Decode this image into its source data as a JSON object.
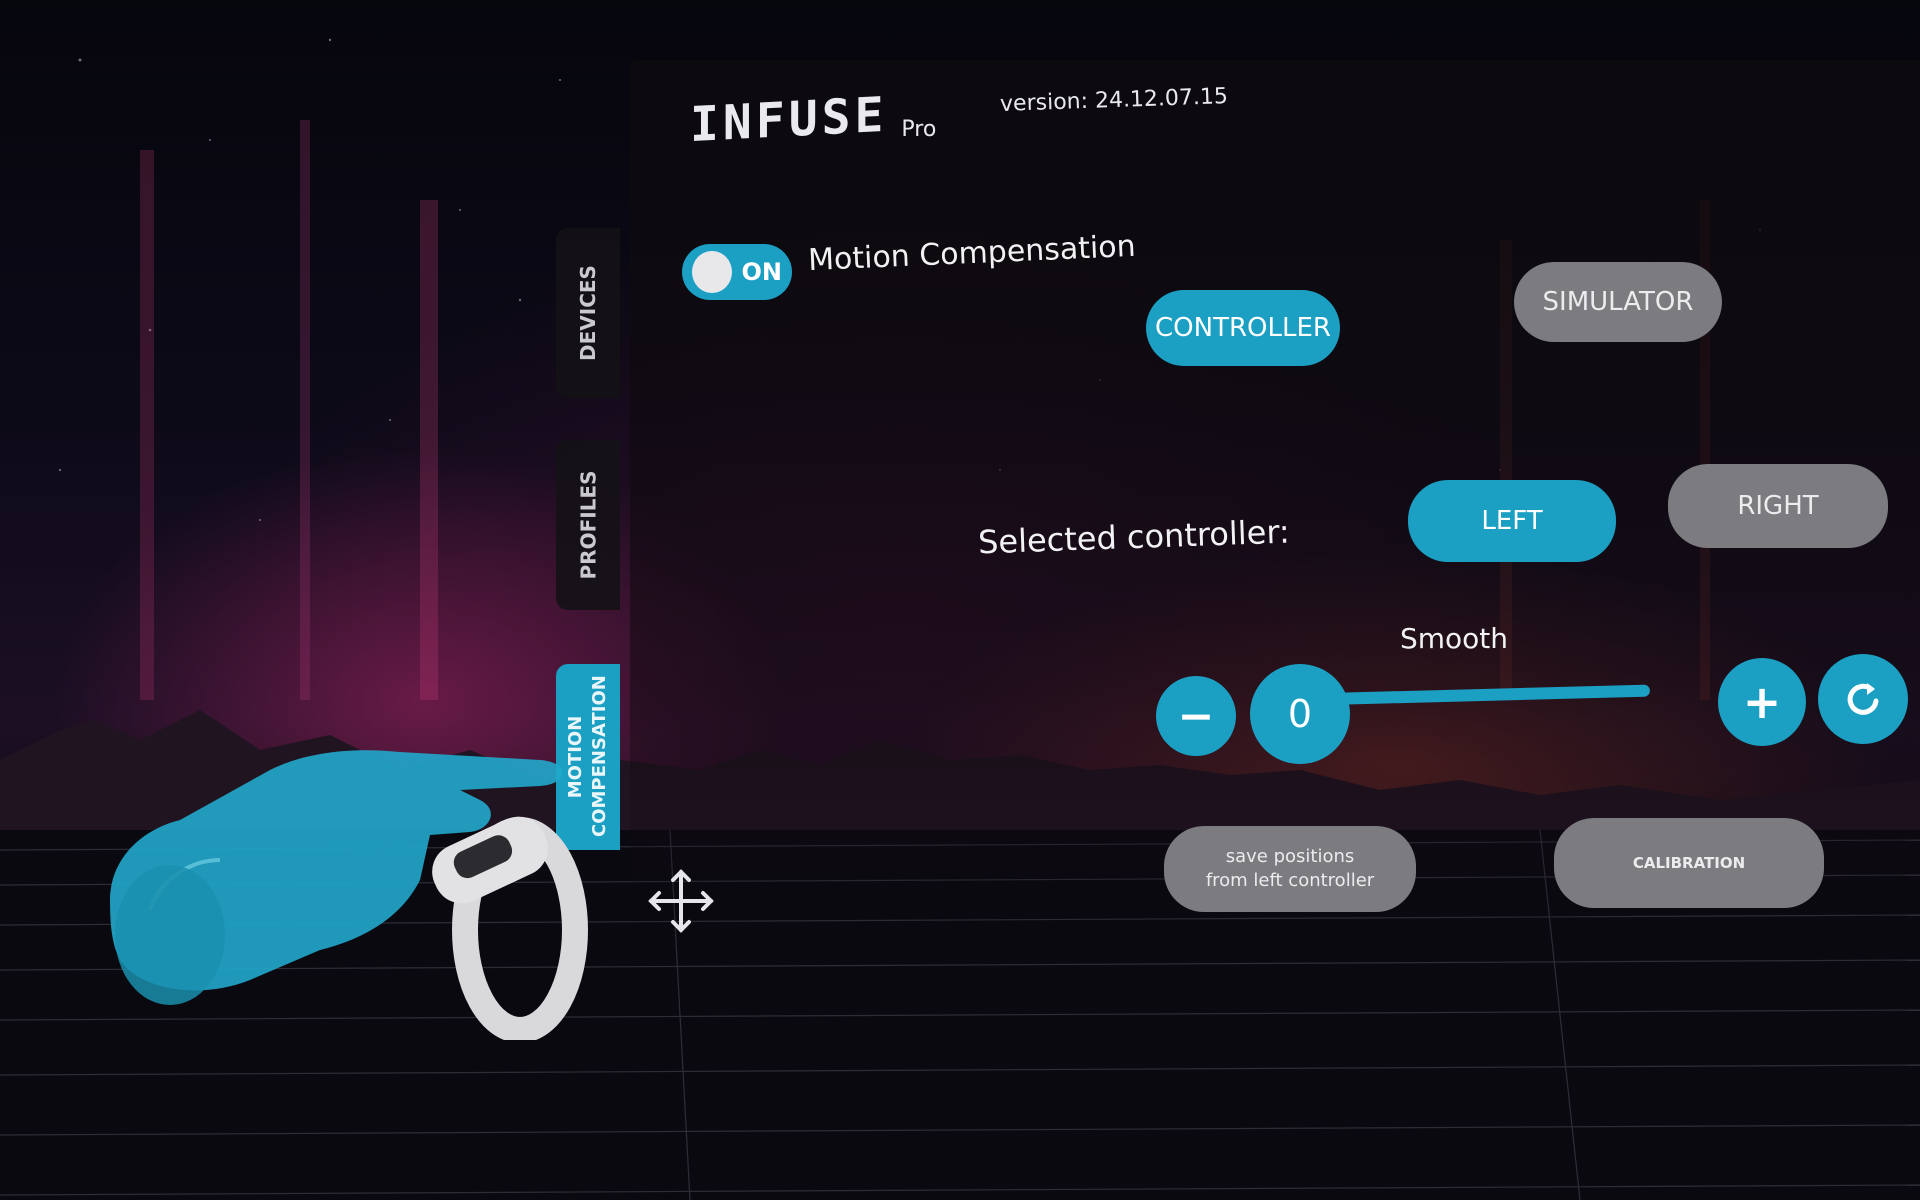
{
  "header": {
    "logo_word": "INFUSE",
    "logo_suffix": "Pro",
    "version": "version: 24.12.07.15"
  },
  "tabs": [
    {
      "label": "DEVICES",
      "active": false
    },
    {
      "label": "PROFILES",
      "active": false
    },
    {
      "label": "MOTION COMPENSATION",
      "active": true
    }
  ],
  "motion_compensation": {
    "toggle_state": "ON",
    "toggle_on": true,
    "label": "Motion Compensation"
  },
  "source": {
    "controller_label": "CONTROLLER",
    "simulator_label": "SIMULATOR",
    "selected": "CONTROLLER"
  },
  "selected_controller": {
    "label": "Selected controller:",
    "left_label": "LEFT",
    "right_label": "RIGHT",
    "selected": "LEFT"
  },
  "smooth": {
    "label": "Smooth",
    "value": "0",
    "minus_symbol": "−",
    "plus_symbol": "+",
    "reset_icon": "reset-icon"
  },
  "actions": {
    "save_line1": "save positions",
    "save_line2": "from left controller",
    "calibration_label": "CALIBRATION"
  },
  "icons": {
    "move": "move-arrows-icon",
    "hand": "vr-hand-controller-icon"
  },
  "colors": {
    "accent": "#1ba0c4",
    "inactive": "#7b7b80",
    "text": "#f2f2f4"
  }
}
